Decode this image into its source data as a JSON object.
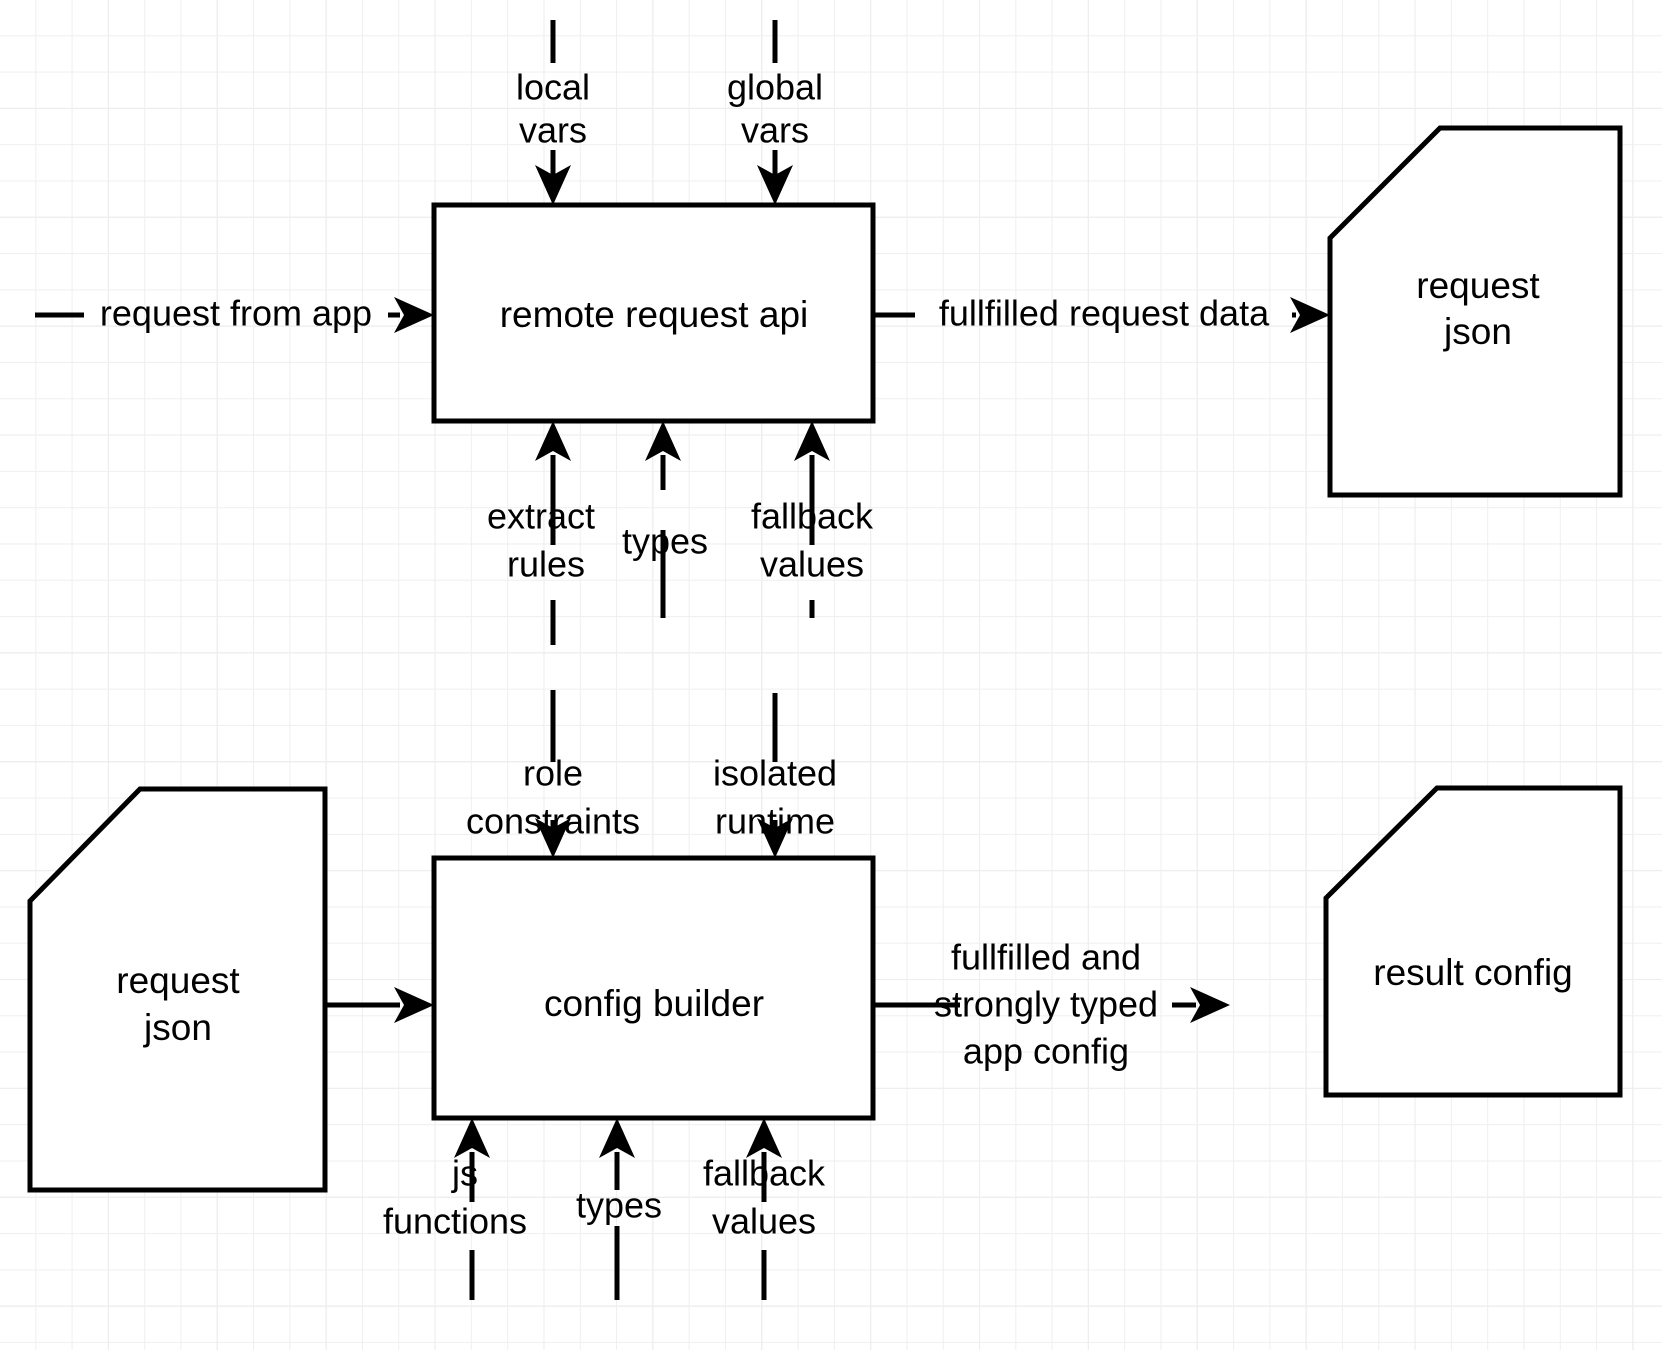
{
  "diagram": {
    "type": "flowchart",
    "background": "graph-paper-grid",
    "grid_color_minor": "#efefef",
    "grid_color_major": "#dcdcdc",
    "stroke_color": "#000000",
    "fill_color": "#ffffff",
    "nodes": [
      {
        "id": "remote_request_api",
        "label": "remote request api",
        "shape": "rectangle"
      },
      {
        "id": "request_json_top",
        "label_line1": "request",
        "label_line2": "json",
        "shape": "document-cut-corner"
      },
      {
        "id": "request_json_bottom",
        "label_line1": "request",
        "label_line2": "json",
        "shape": "document-cut-corner"
      },
      {
        "id": "config_builder",
        "label": "config builder",
        "shape": "rectangle"
      },
      {
        "id": "result_config",
        "label": "result config",
        "shape": "document-cut-corner"
      }
    ],
    "edges": [
      {
        "id": "e1",
        "label": "request from app",
        "from": "app",
        "to": "remote_request_api",
        "direction": "right"
      },
      {
        "id": "e2",
        "label_line1": "local",
        "label_line2": "vars",
        "to": "remote_request_api",
        "direction": "down"
      },
      {
        "id": "e3",
        "label_line1": "global",
        "label_line2": "vars",
        "to": "remote_request_api",
        "direction": "down"
      },
      {
        "id": "e4",
        "label": "fullfilled request data",
        "from": "remote_request_api",
        "to": "request_json_top",
        "direction": "right"
      },
      {
        "id": "e5",
        "label_line1": "extract",
        "label_line2": "rules",
        "to": "remote_request_api",
        "direction": "up"
      },
      {
        "id": "e6",
        "label": "types",
        "to": "remote_request_api",
        "direction": "up"
      },
      {
        "id": "e7",
        "label_line1": "fallback",
        "label_line2": "values",
        "to": "remote_request_api",
        "direction": "up"
      },
      {
        "id": "e8",
        "label_line1": "role",
        "label_line2": "constraints",
        "to": "config_builder",
        "direction": "down"
      },
      {
        "id": "e9",
        "label_line1": "isolated",
        "label_line2": "runtime",
        "to": "config_builder",
        "direction": "down"
      },
      {
        "id": "e10",
        "label": "",
        "from": "request_json_bottom",
        "to": "config_builder",
        "direction": "right"
      },
      {
        "id": "e11",
        "label_line1": "fullfilled and",
        "label_line2": "strongly typed",
        "label_line3": "app config",
        "from": "config_builder",
        "to": "result_config",
        "direction": "right"
      },
      {
        "id": "e12",
        "label_line1": "js",
        "label_line2": "functions",
        "to": "config_builder",
        "direction": "up"
      },
      {
        "id": "e13",
        "label": "types",
        "to": "config_builder",
        "direction": "up"
      },
      {
        "id": "e14",
        "label_line1": "fallback",
        "label_line2": "values",
        "to": "config_builder",
        "direction": "up"
      }
    ]
  },
  "labels": {
    "local": "local",
    "vars": "vars",
    "global": "global",
    "request_from_app": "request from app",
    "remote_request_api": "remote request api",
    "fullfilled_request_data": "fullfilled request data",
    "request": "request",
    "json": "json",
    "extract": "extract",
    "rules": "rules",
    "types": "types",
    "fallback": "fallback",
    "values": "values",
    "role": "role",
    "constraints": "constraints",
    "isolated": "isolated",
    "runtime": "runtime",
    "config_builder": "config builder",
    "fullfilled_and": "fullfilled and",
    "strongly_typed": "strongly typed",
    "app_config": "app config",
    "result_config": "result config",
    "js": "js",
    "functions": "functions"
  }
}
